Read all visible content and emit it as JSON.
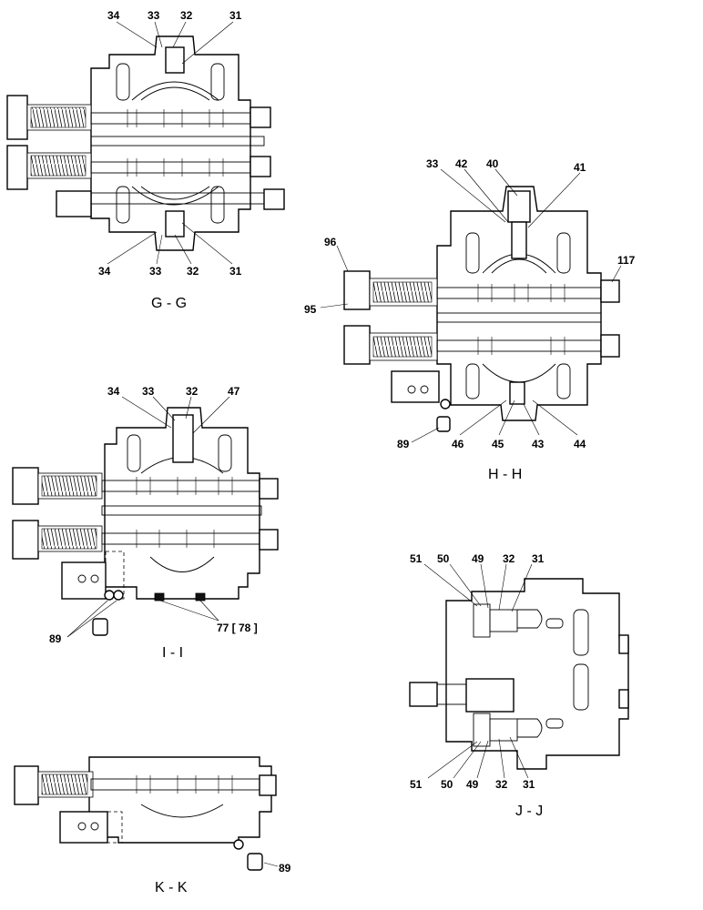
{
  "views": {
    "gg": {
      "caption": "G - G",
      "labels_top": [
        "34",
        "33",
        "32",
        "31"
      ],
      "labels_bottom": [
        "34",
        "33",
        "32",
        "31"
      ]
    },
    "hh": {
      "caption": "H - H",
      "labels_top": [
        "33",
        "42",
        "40",
        "41"
      ],
      "label_96": "96",
      "label_95": "95",
      "label_117": "117",
      "label_89": "89",
      "labels_bottom": [
        "46",
        "45",
        "43",
        "44"
      ]
    },
    "ii": {
      "caption": "I - I",
      "labels_top": [
        "34",
        "33",
        "32",
        "47"
      ],
      "label_89": "89",
      "label_77": "77 [ 78 ]"
    },
    "jj": {
      "caption": "J - J",
      "labels_top": [
        "51",
        "50",
        "49",
        "32",
        "31"
      ],
      "labels_bottom": [
        "51",
        "50",
        "49",
        "32",
        "31"
      ]
    },
    "kk": {
      "caption": "K - K",
      "label_89": "89"
    }
  }
}
